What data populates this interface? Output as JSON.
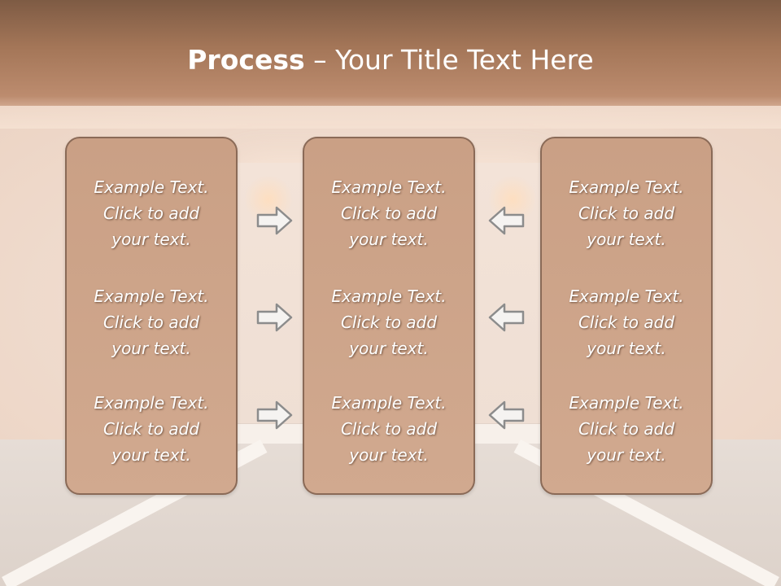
{
  "slide": {
    "title_bold": "Process",
    "title_rest": " – Your Title Text Here"
  },
  "panels": [
    {
      "blocks": [
        "Example Text.\nClick  to add\nyour text.",
        "Example Text.\nClick  to add\nyour text.",
        "Example Text.\nClick  to add\nyour text."
      ]
    },
    {
      "blocks": [
        "Example Text.\nClick  to add\nyour text.",
        "Example Text.\nClick  to add\nyour text.",
        "Example Text.\nClick  to add\nyour text."
      ]
    },
    {
      "blocks": [
        "Example Text.\nClick  to add\nyour text.",
        "Example Text.\nClick  to add\nyour text.",
        "Example Text.\nClick  to add\nyour text."
      ]
    }
  ],
  "arrows": {
    "left_column": [
      "right-arrow-icon",
      "right-arrow-icon",
      "right-arrow-icon"
    ],
    "right_column": [
      "left-arrow-icon",
      "left-arrow-icon",
      "left-arrow-icon"
    ]
  },
  "colors": {
    "panel_fill": "#cca48a",
    "panel_border": "#8a6a57",
    "ceiling": "#a47658",
    "text": "#ffffff"
  }
}
